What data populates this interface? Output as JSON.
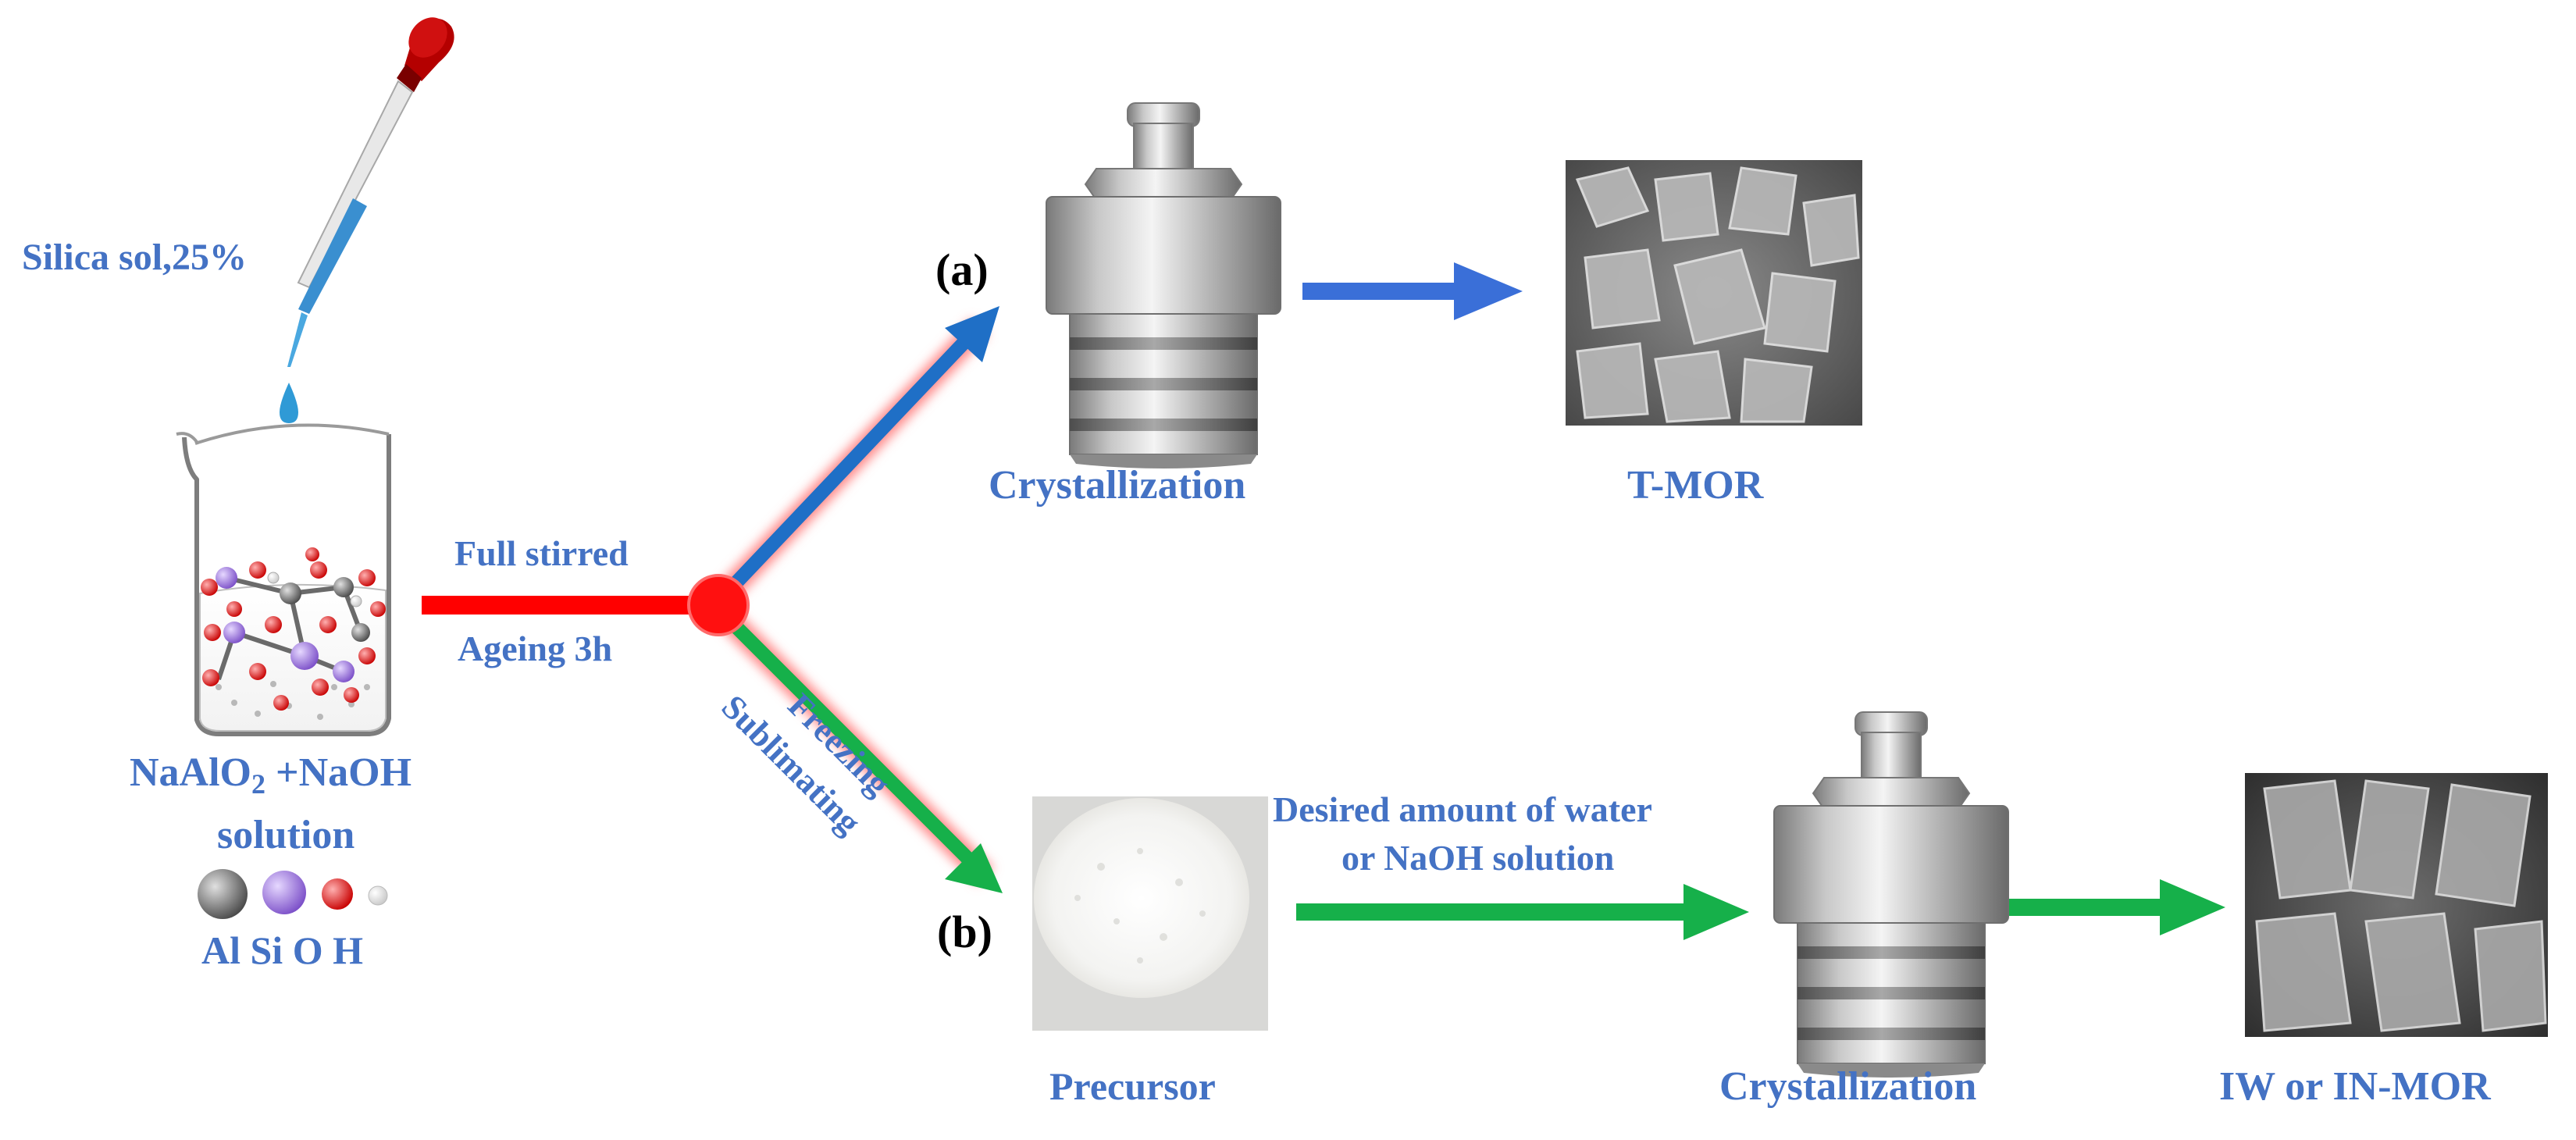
{
  "colors": {
    "label": "#4472c4",
    "path_red": "#ff0000",
    "path_blue": "#1f6fc6",
    "path_green": "#16b04a",
    "glow": "#ff8a8a",
    "node": "#ff1010"
  },
  "labels": {
    "silica": "Silica sol,25%",
    "full_stirred": "Full stirred",
    "ageing": "Ageing 3h",
    "freezing": "Freezing",
    "sublimating": "Sublimating",
    "route_a": "(a)",
    "route_b": "(b)",
    "crystallization_a": "Crystallization",
    "t_mor": "T-MOR",
    "precursor": "Precursor",
    "desired_line1": "Desired amount of water",
    "desired_line2": "or NaOH solution",
    "crystallization_b": "Crystallization",
    "iw_mor": "IW or IN-MOR",
    "naalo_prefix": "NaAlO",
    "naalo_sub": "2",
    "naalo_suffix": " +NaOH",
    "solution": "solution",
    "atoms_legend": "Al Si O H"
  },
  "atoms": [
    {
      "symbol": "Al",
      "color": "#6b6b6b"
    },
    {
      "symbol": "Si",
      "color": "#9a6fd8"
    },
    {
      "symbol": "O",
      "color": "#e01010"
    },
    {
      "symbol": "H",
      "color": "#f2f2f2"
    }
  ],
  "icons": {
    "dropper": "dropper-icon",
    "beaker": "beaker-icon",
    "autoclave": "autoclave-icon",
    "sem": "sem-micrograph-icon",
    "powder": "powder-icon"
  }
}
